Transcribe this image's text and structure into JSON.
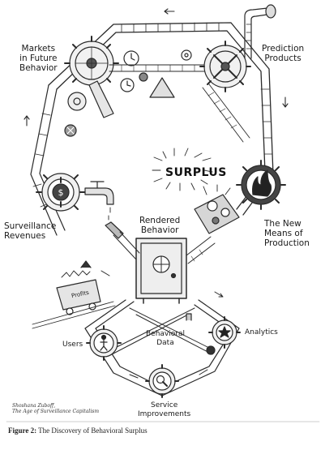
{
  "labels": {
    "markets": "Markets\nin Future\nBehavior",
    "prediction": "Prediction\nProducts",
    "surplus": "SURPLUS",
    "revenues": "Surveillance\nRevenues",
    "rendered": "Rendered\nBehavior",
    "means": "The New\nMeans of\nProduction",
    "users": "Users",
    "behavioral_data": "Behavioral\nData",
    "analytics": "Analytics",
    "service": "Service\nImprovements",
    "profits": "Profits"
  },
  "credit": "Shoshana Zuboff,\nThe Age of Surveillance Capitalism",
  "caption": {
    "figure": "Figure 2:",
    "title": "The Discovery of Behavioral Surplus"
  }
}
